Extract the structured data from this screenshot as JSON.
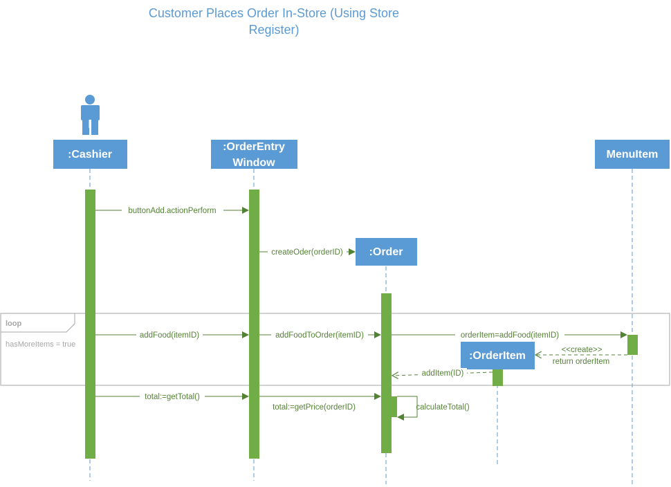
{
  "title": {
    "line1": "Customer Places Order In-Store (Using Store",
    "line2": "Register)"
  },
  "participants": {
    "cashier": ":Cashier",
    "order_entry_line1": ":OrderEntry",
    "order_entry_line2": "Window",
    "menu_item": "MenuItem",
    "order": ":Order",
    "order_item": ":OrderItem"
  },
  "loop": {
    "tag": "loop",
    "guard": "hasMoreItems = true"
  },
  "messages": {
    "button_add": "buttonAdd.actionPerform",
    "create_order": "createOder(orderID)",
    "add_food": "addFood(itemID)",
    "add_food_to_order": "addFoodToOrder(itemID)",
    "order_item_add_food": "orderItem=addFood(itemID)",
    "create_stereotype": "<<create>>",
    "return_order_item": "return orderItem",
    "add_item": "addItem(ID)",
    "get_total": "total:=getTotal()",
    "get_price": "total:=getPrice(orderID)",
    "calculate_total": "calculateTotal()"
  },
  "colors": {
    "participant_box": "#5b9bd5",
    "activation": "#70ad47",
    "message": "#548235",
    "lifeline": "#5b9bd5",
    "title": "#5b9bd5",
    "frame": "#a6a6a6"
  }
}
